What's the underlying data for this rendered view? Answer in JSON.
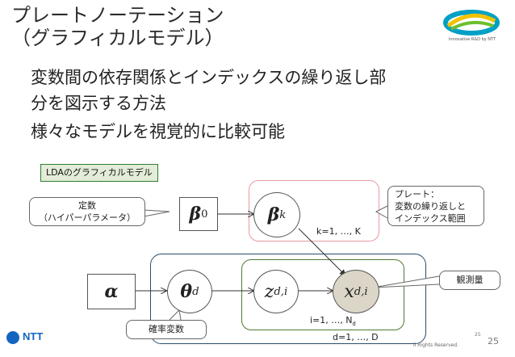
{
  "title": {
    "line1": "プレートノーテーション",
    "line2": "（グラフィカルモデル）"
  },
  "logo": {
    "caption": "Innovative R&D by NTT"
  },
  "bullets": [
    {
      "line1": "変数間の依存関係とインデックスの繰り返し部",
      "line2": "分を図示する方法"
    },
    {
      "line1": "様々なモデルを視覚的に比較可能"
    }
  ],
  "diagram": {
    "tag": "LDAのグラフィカルモデル",
    "callout_const": {
      "line1": "定数",
      "line2": "（ハイパーパラメータ）"
    },
    "callout_plate": {
      "line1": "プレート：",
      "line2": "変数の繰り返しと",
      "line3": "インデックス範囲"
    },
    "callout_observed": "観測量",
    "callout_random": "確率変数",
    "nodes": {
      "beta0": "β",
      "beta0_sub": "0",
      "betak": "β",
      "betak_sub": "k",
      "alpha": "α",
      "theta": "θ",
      "theta_sub": "d",
      "z": "z",
      "z_sub": "d,i",
      "x": "x",
      "x_sub": "d,i"
    },
    "plate_labels": {
      "k": "k=1, …, K",
      "i": "i=1, …, N",
      "i_sub": "d",
      "d": "d=1, …, D"
    },
    "colors": {
      "observed_fill": "#dcd6c8",
      "tag_fill": "#e3ecd8",
      "plate_k": "#e89aa0",
      "plate_d": "#2c4a6b",
      "plate_i": "#4f7a33"
    }
  },
  "footer": {
    "logo_text": "NTT",
    "copyright": "ll Rights Reserved.",
    "page_small": "25",
    "page": "25"
  }
}
